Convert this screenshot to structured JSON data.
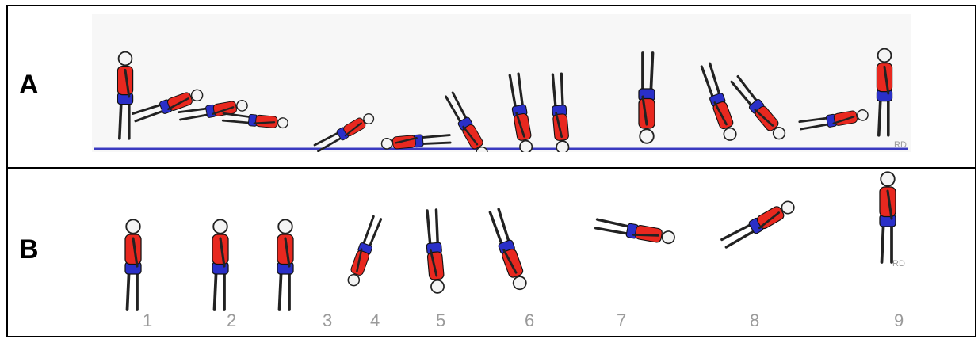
{
  "rows": [
    {
      "label": "A"
    },
    {
      "label": "B"
    }
  ],
  "watermark": "RD",
  "step_numbers": [
    "1",
    "2",
    "3",
    "4",
    "5",
    "6",
    "7",
    "8",
    "9"
  ],
  "colors": {
    "shirt": "#e8281f",
    "shorts": "#2a2fc8",
    "ground_line": "#3a3ac0",
    "number_text": "#9a9a9a",
    "border": "#000000"
  }
}
